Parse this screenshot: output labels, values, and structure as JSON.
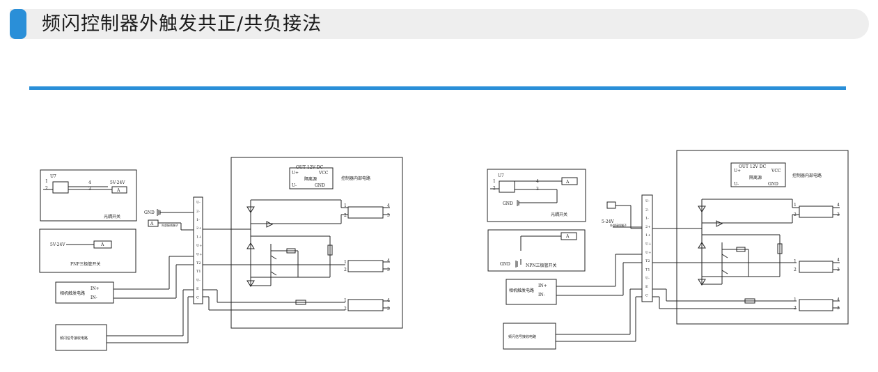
{
  "header": {
    "title": "频闪控制器外触发共正/共负接法"
  },
  "colors": {
    "accent": "#2a8fd8",
    "line": "#222222"
  },
  "left": {
    "controller_title": "控制器内部电路",
    "psu": {
      "out": "OUT 12V DC",
      "up": "U+",
      "vcc": "VCC",
      "iso": "隔离源",
      "um": "U-",
      "gnd": "GND"
    },
    "opto": {
      "part": "U7",
      "p1": "1",
      "p2": "2",
      "p3": "3",
      "p4": "4",
      "supply": "5V-24V",
      "a": "A",
      "name": "光耦开关"
    },
    "transistor": {
      "supply": "5V-24V",
      "a": "A",
      "name": "PNP三极管开关"
    },
    "gnd": "GND",
    "a_box": "A",
    "ext_label": "外部接线端子",
    "camera": {
      "name": "相机触发电路",
      "in_p": "IN+",
      "in_m": "IN-"
    },
    "sync": {
      "name": "频闪信号接收电路"
    },
    "terminals": [
      "U-",
      "2-",
      "1-",
      "2+",
      "1+",
      "U+",
      "U+",
      "T2",
      "T1",
      "U-",
      "E",
      "C"
    ]
  },
  "right": {
    "controller_title": "控制器内部电路",
    "psu": {
      "out": "OUT 12V DC",
      "up": "U+",
      "vcc": "VCC",
      "iso": "隔离源",
      "um": "U-",
      "gnd": "GND"
    },
    "opto": {
      "part": "U7",
      "p1": "1",
      "p2": "2",
      "p3": "3",
      "p4": "4",
      "a": "A",
      "gnd": "GND",
      "name": "光耦开关"
    },
    "transistor": {
      "a": "A",
      "gnd": "GND",
      "name": "NPN三极管开关"
    },
    "supply": "5-24V",
    "ext_label": "外部接线端子",
    "camera": {
      "name": "相机触发电路",
      "in_p": "IN+",
      "in_m": "IN-"
    },
    "sync": {
      "name": "频闪信号接收电路"
    },
    "terminals": [
      "U-",
      "2-",
      "1-",
      "2+",
      "1+",
      "U+",
      "U+",
      "T2",
      "T1",
      "U-",
      "E",
      "C"
    ]
  },
  "pins": {
    "one": "1",
    "two": "2",
    "three": "3",
    "four": "4"
  }
}
